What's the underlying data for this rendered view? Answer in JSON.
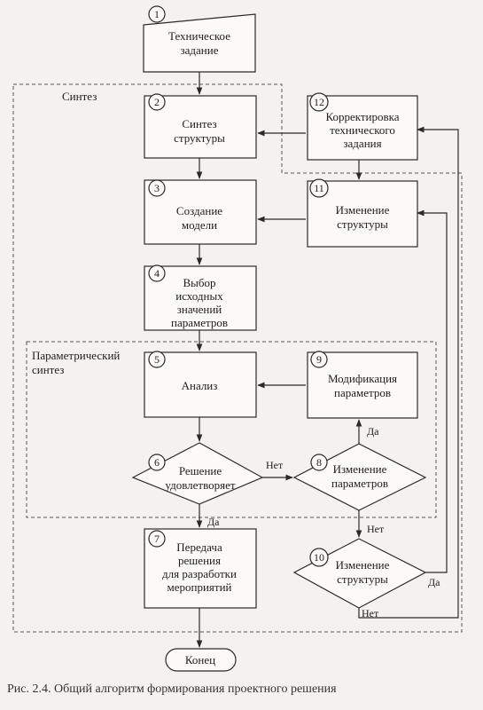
{
  "regions": {
    "synthesis": "Синтез",
    "parametric": [
      "Параметрический",
      "синтез"
    ]
  },
  "nodes": {
    "n1": {
      "num": "1",
      "lines": [
        "Техническое",
        "задание"
      ]
    },
    "n2": {
      "num": "2",
      "lines": [
        "Синтез",
        "структуры"
      ]
    },
    "n3": {
      "num": "3",
      "lines": [
        "Создание",
        "модели"
      ]
    },
    "n4": {
      "num": "4",
      "lines": [
        "Выбор",
        "исходных",
        "значений",
        "параметров"
      ]
    },
    "n5": {
      "num": "5",
      "lines": [
        "Анализ"
      ]
    },
    "n6": {
      "num": "6",
      "lines": [
        "Решение",
        "удовлетворяет"
      ]
    },
    "n7": {
      "num": "7",
      "lines": [
        "Передача",
        "решения",
        "для разработки",
        "мероприятий"
      ]
    },
    "n8": {
      "num": "8",
      "lines": [
        "Изменение",
        "параметров"
      ]
    },
    "n9": {
      "num": "9",
      "lines": [
        "Модификация",
        "параметров"
      ]
    },
    "n10": {
      "num": "10",
      "lines": [
        "Изменение",
        "структуры"
      ]
    },
    "n11": {
      "num": "11",
      "lines": [
        "Изменение",
        "структуры"
      ]
    },
    "n12": {
      "num": "12",
      "lines": [
        "Корректировка",
        "технического",
        "задания"
      ]
    },
    "end": {
      "lines": [
        "Конец"
      ]
    }
  },
  "edge_labels": {
    "yes": "Да",
    "no": "Нет"
  },
  "caption": "Рис. 2.4. Общий алгоритм формирования проектного решения",
  "colors": {
    "line": "#2a2a2a",
    "background": "#f4f2ef"
  }
}
